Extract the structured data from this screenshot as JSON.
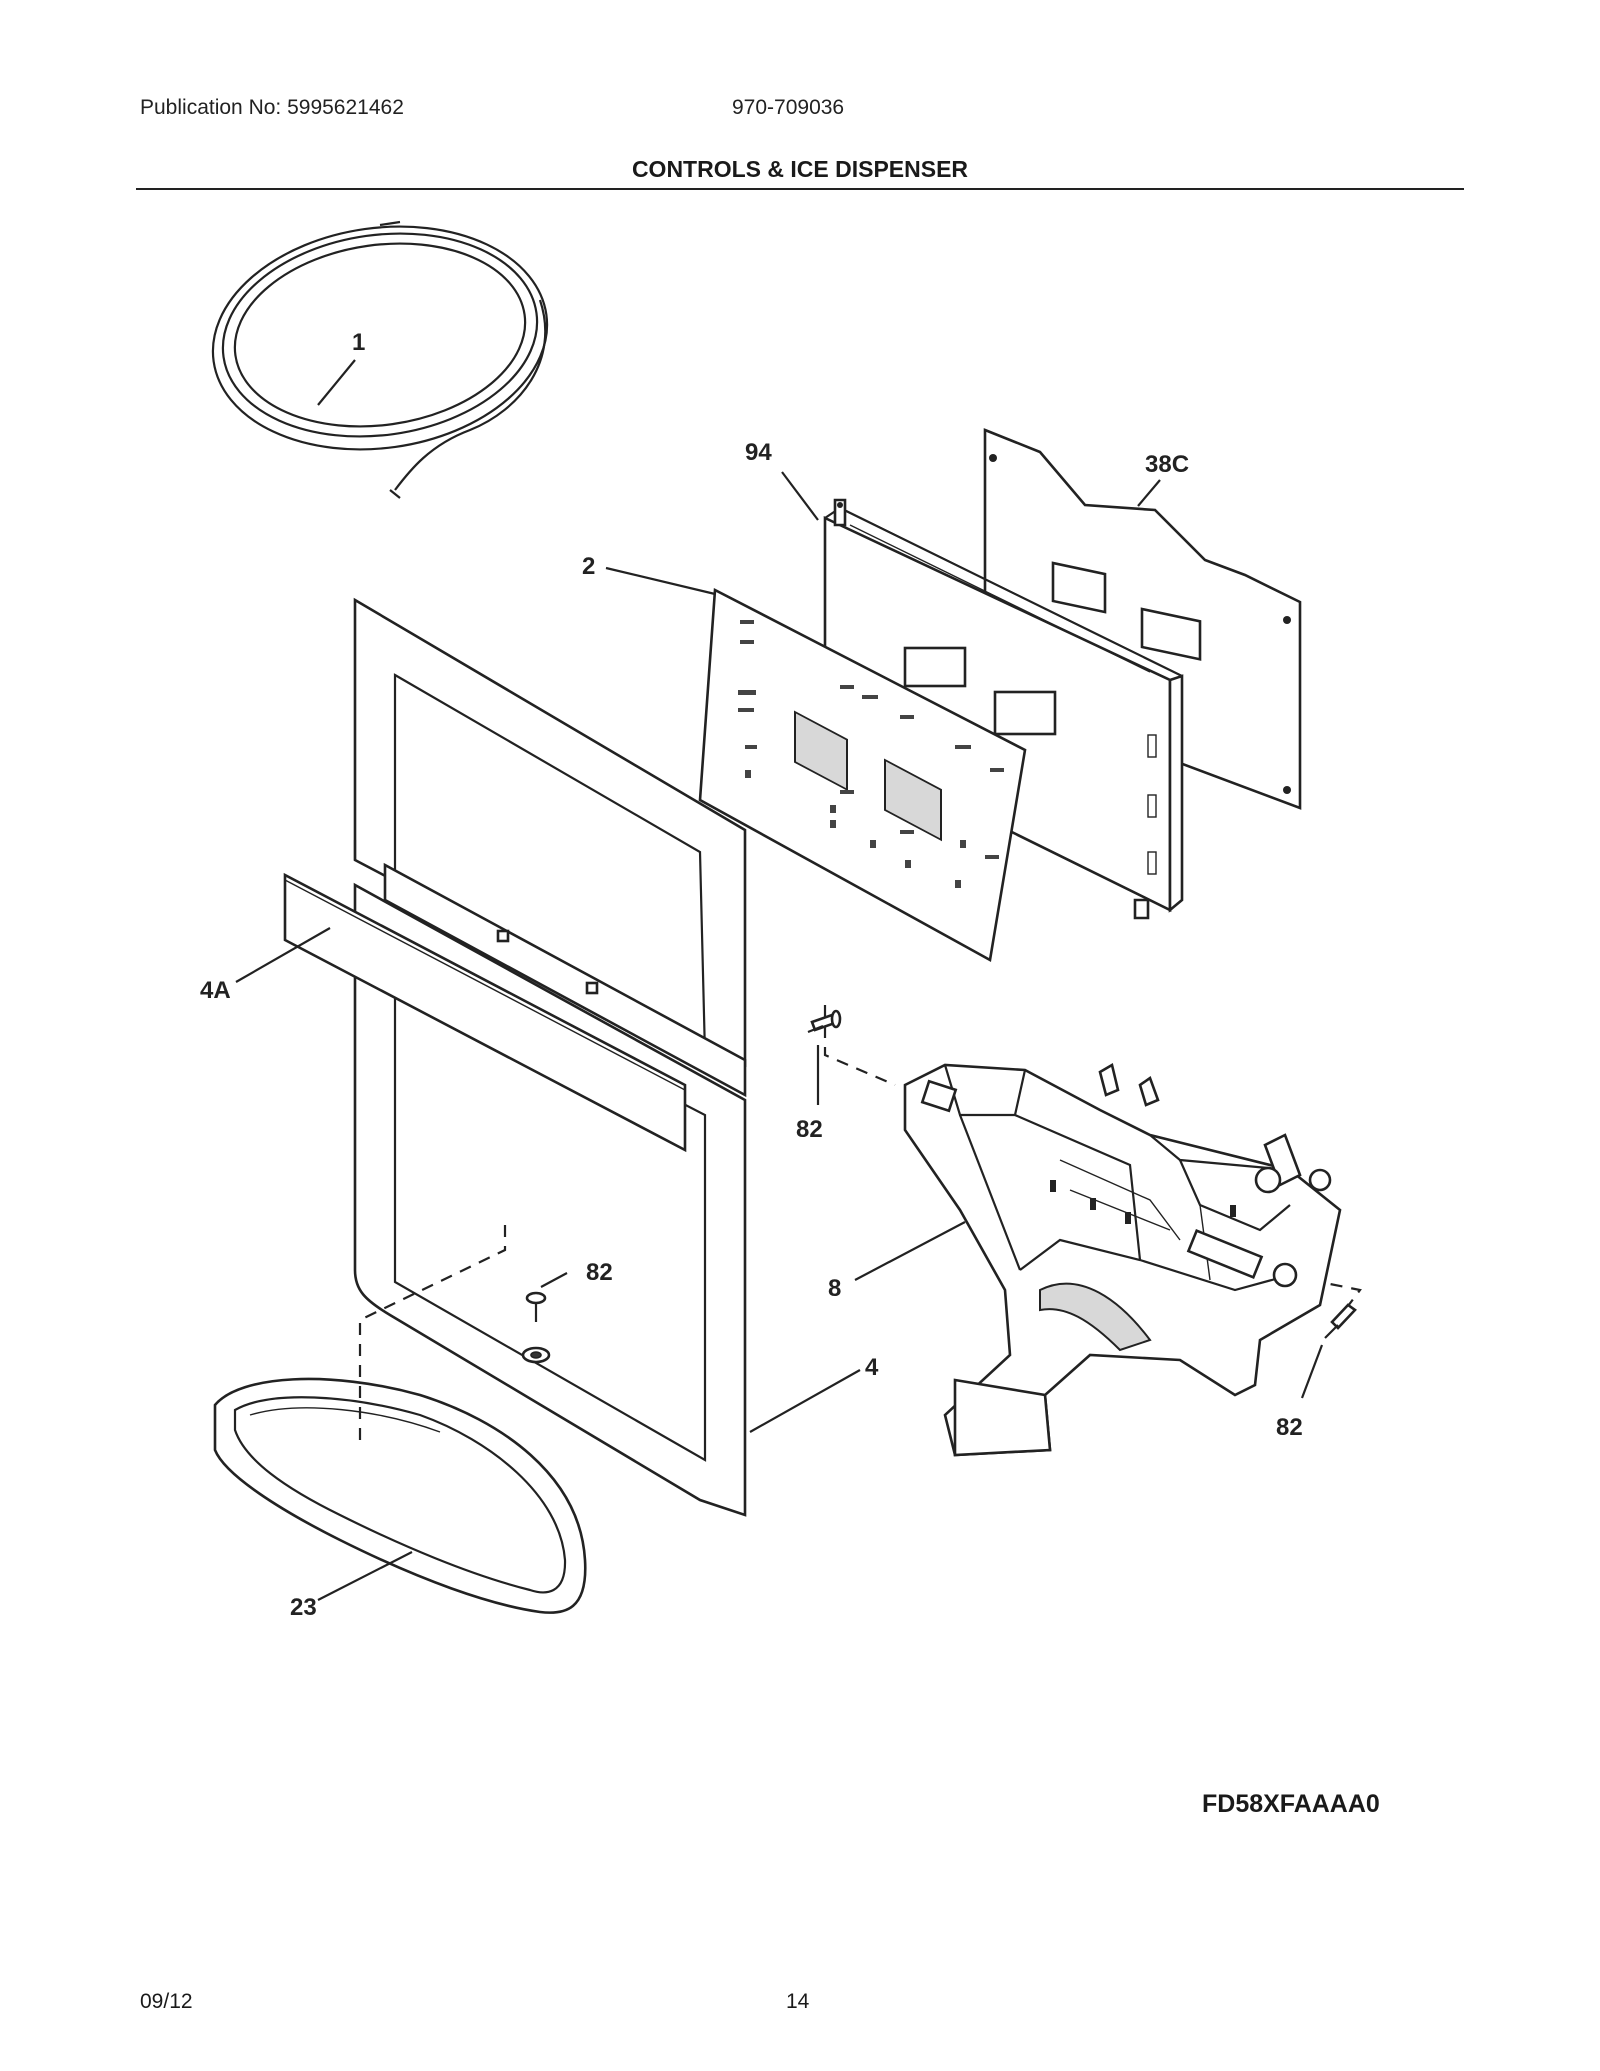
{
  "header": {
    "publication": "Publication No: 5995621462",
    "doc_number": "970-709036",
    "title": "CONTROLS & ICE DISPENSER"
  },
  "callouts": {
    "c1": "1",
    "c94": "94",
    "c38c": "38C",
    "c2": "2",
    "c4a": "4A",
    "c82a": "82",
    "c82b": "82",
    "c82c": "82",
    "c8": "8",
    "c4": "4",
    "c23": "23"
  },
  "footer": {
    "model": "FD58XFAAAA0",
    "date": "09/12",
    "page": "14"
  }
}
